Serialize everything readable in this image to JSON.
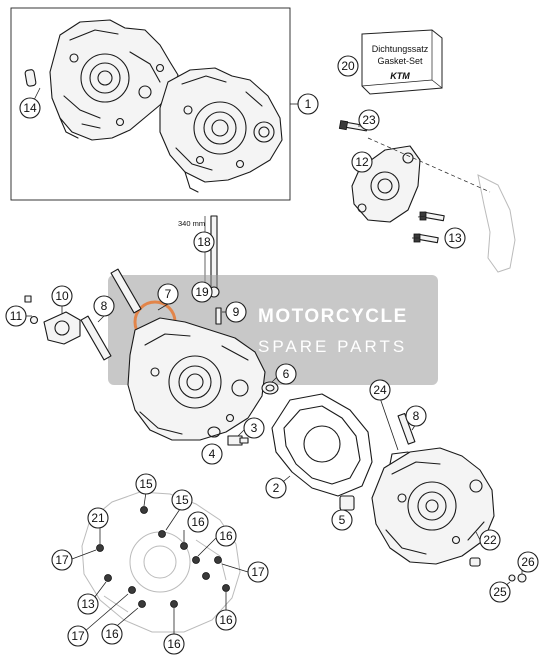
{
  "gasket_set": {
    "line1": "Dichtungssatz",
    "line2": "Gasket-Set",
    "brand": "KTM"
  },
  "dimension_label": "340 mm",
  "watermark": {
    "line1": "MOTORCYCLE",
    "line2": "SPARE PARTS",
    "accent": "#e8742a"
  },
  "callouts": {
    "c1": "1",
    "c2": "2",
    "c3": "3",
    "c4": "4",
    "c5": "5",
    "c6": "6",
    "c7": "7",
    "c8a": "8",
    "c8b": "8",
    "c9": "9",
    "c10": "10",
    "c11": "11",
    "c12": "12",
    "c13": "13",
    "c13b": "13",
    "c14": "14",
    "c15a": "15",
    "c15b": "15",
    "c16a": "16",
    "c16b": "16",
    "c16c": "16",
    "c16d": "16",
    "c16e": "16",
    "c17a": "17",
    "c17b": "17",
    "c17c": "17",
    "c18": "18",
    "c19": "19",
    "c20": "20",
    "c21": "21",
    "c22": "22",
    "c23": "23",
    "c24": "24",
    "c25": "25",
    "c26": "26"
  }
}
